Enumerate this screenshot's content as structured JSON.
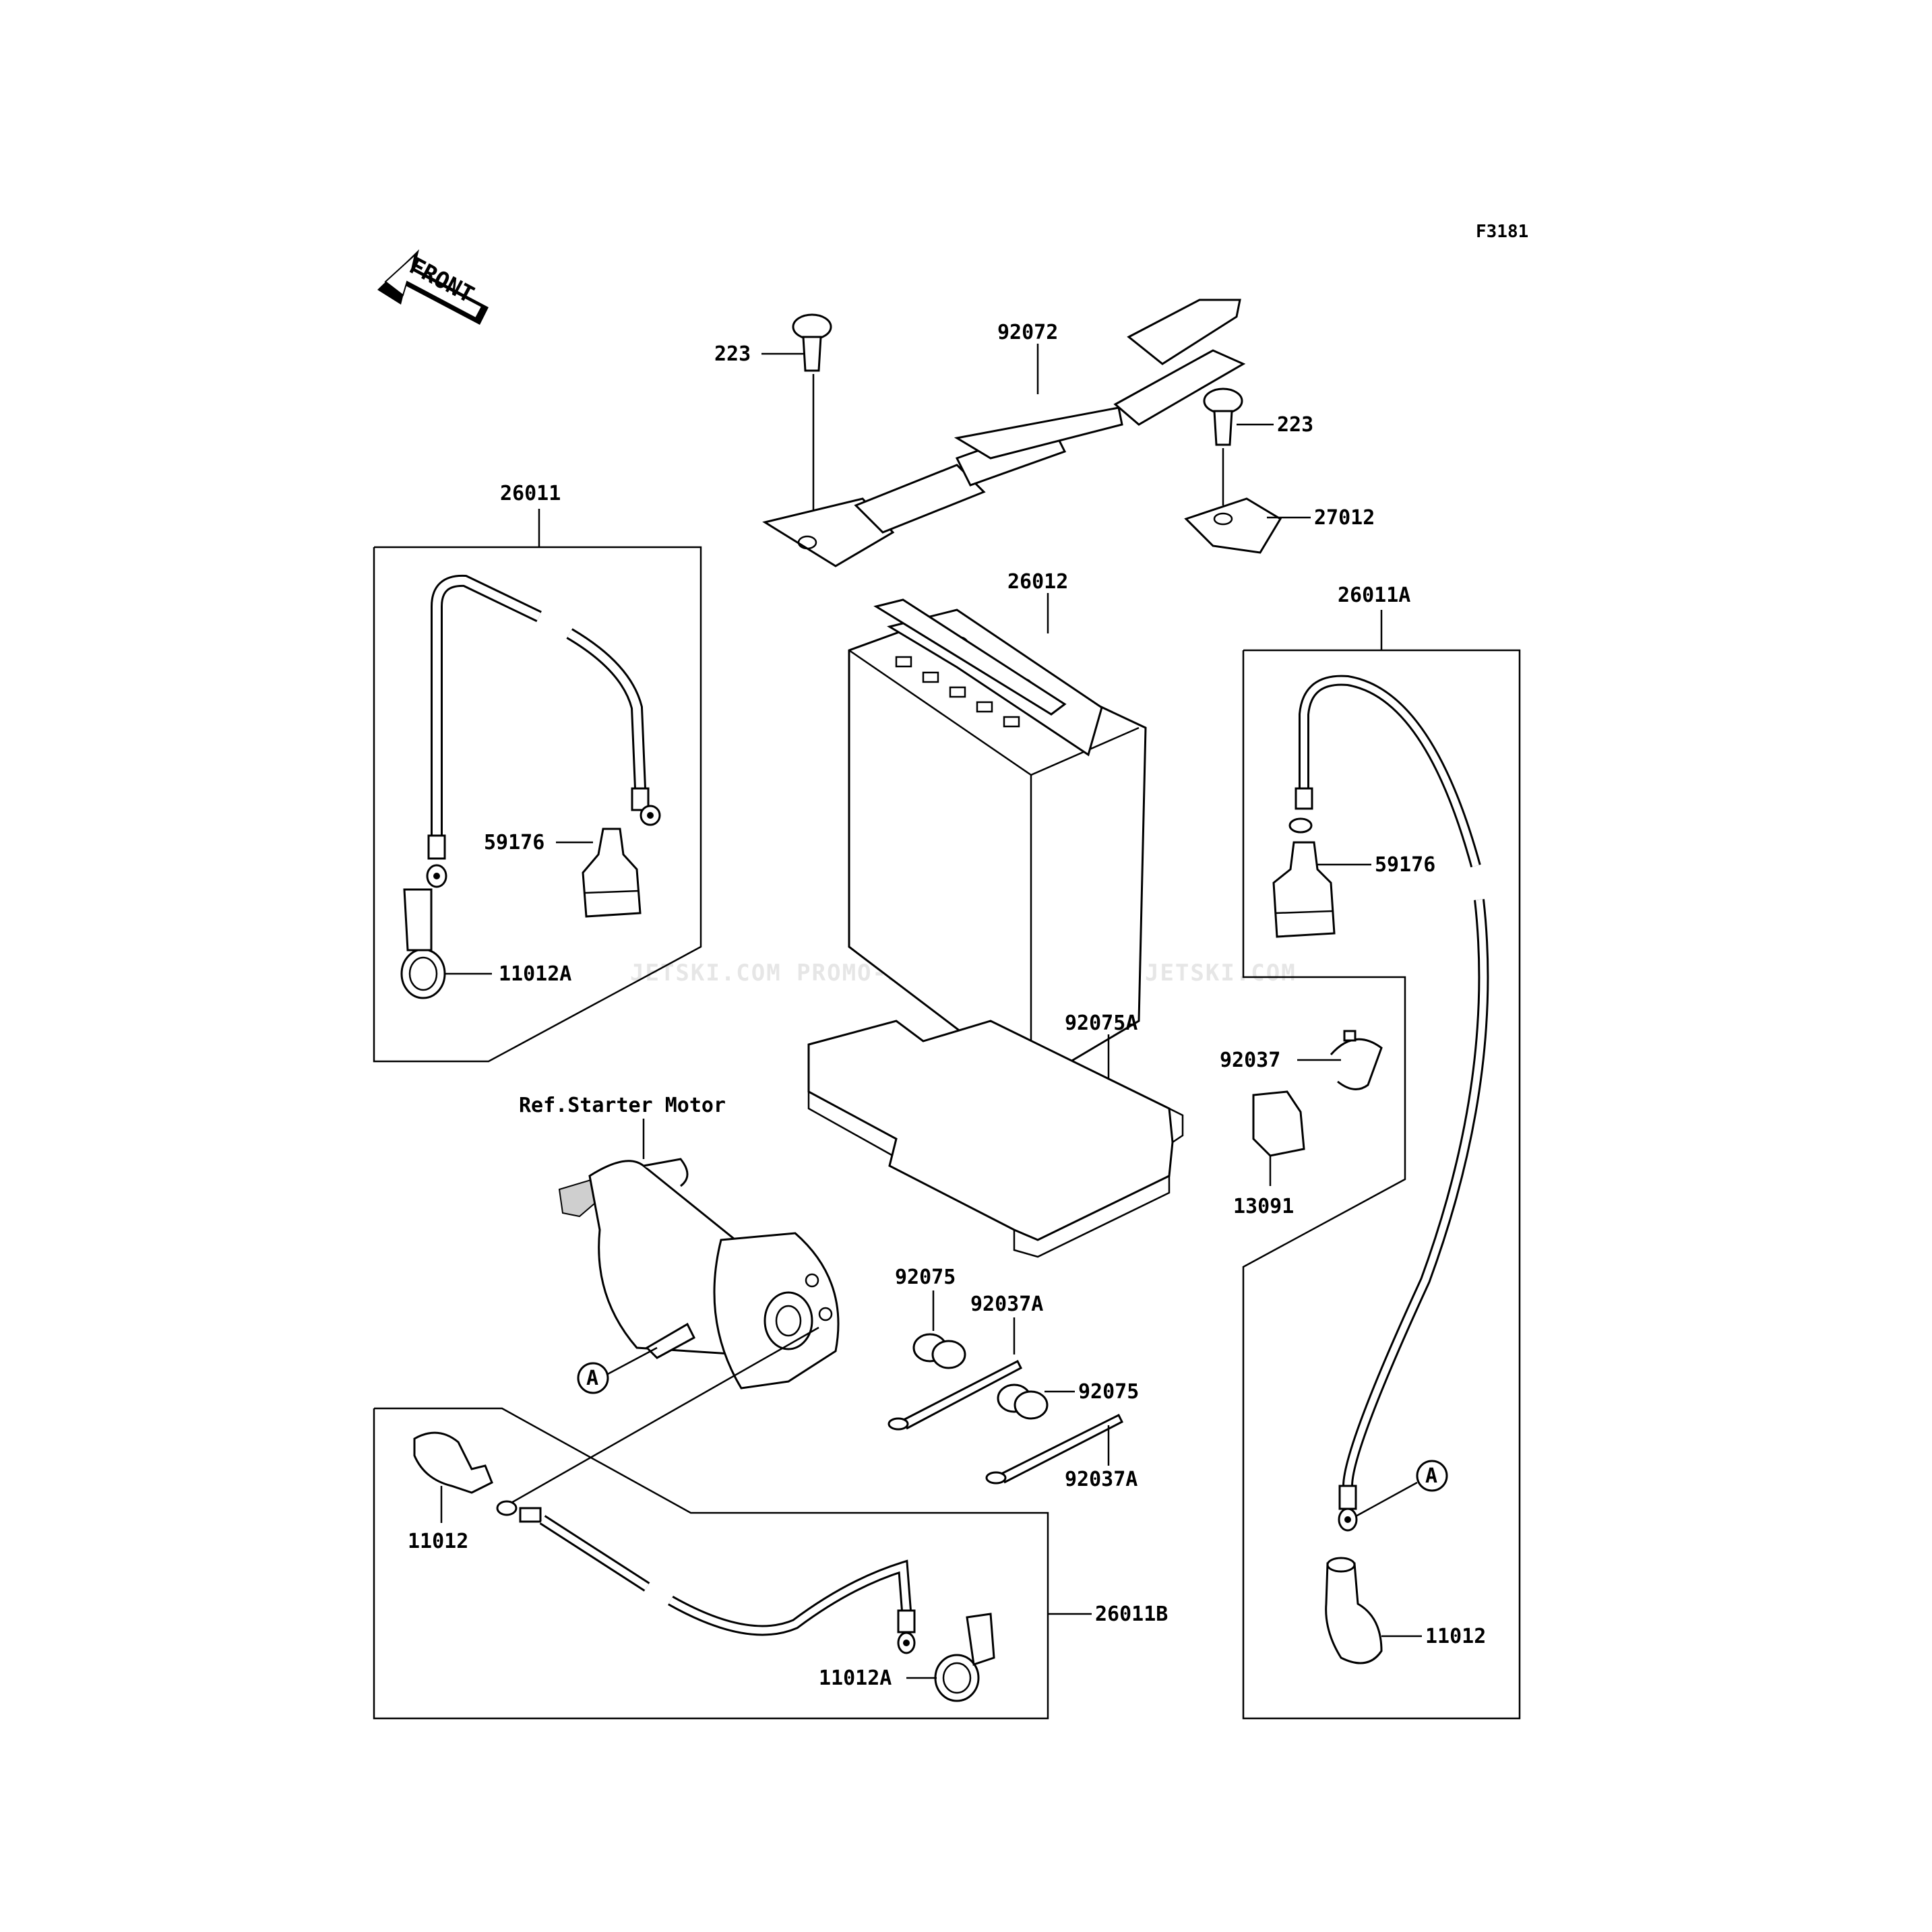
{
  "figure_code": "F3181",
  "front_label": "FRONT",
  "watermark": "JETSKI.COM PROMO-JETSKI.COM PROMO-JETSKI.COM",
  "reference_label": "Ref.Starter Motor",
  "callout_letter": "A",
  "parts": {
    "bolt_left": "223",
    "strap": "92072",
    "bolt_right": "223",
    "bracket": "27012",
    "cable_group_left": "26011",
    "battery": "26012",
    "cable_group_right": "26011A",
    "cap_left": "59176",
    "cap_right": "59176",
    "terminal_cover_left": "11012A",
    "pad": "92075A",
    "band": "92037",
    "cap_small": "13091",
    "grommet_upper": "92075",
    "pin_upper": "92037A",
    "grommet_lower": "92075",
    "pin_lower": "92037A",
    "cover_bottom_left": "11012",
    "cable_group_bottom": "26011B",
    "terminal_cover_bottom": "11012A",
    "cover_right": "11012"
  }
}
